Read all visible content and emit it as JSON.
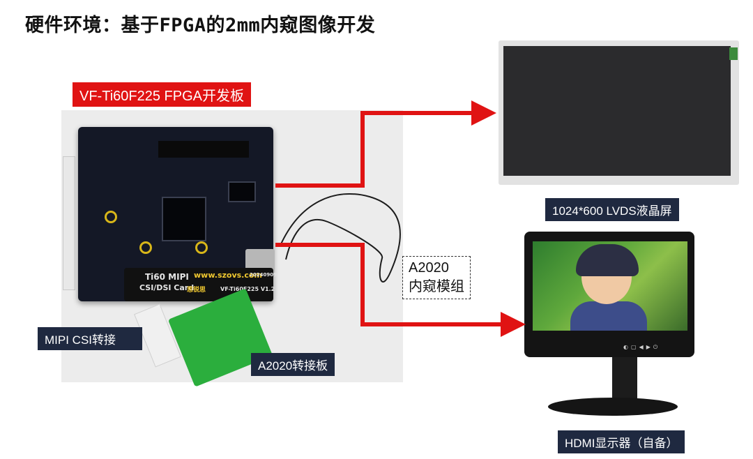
{
  "title": "硬件环境：基于FPGA的2mm内窥图像开发",
  "labels": {
    "fpga_board": "VF-Ti60F225 FPGA开发板",
    "lcd": "1024*600 LVDS液晶屏",
    "hdmi_monitor": "HDMI显示器（自备）",
    "mipi_card": "MIPI CSI转接",
    "adapter_board": "A2020转接板",
    "module_line1": "A2020",
    "module_line2": "内窥模组"
  },
  "board_silkscreen": {
    "ti60_line1": "Ti60 MIPI",
    "ti60_line2": "CSI/DSI Card",
    "website": "www.szovs.com",
    "date": "20240909",
    "brand": "思锐思",
    "model": "VF-Ti60F225 V1.2"
  },
  "colors": {
    "arrow_red": "#e01313",
    "red_label": "#e01313",
    "dark_label": "#1f2940"
  }
}
